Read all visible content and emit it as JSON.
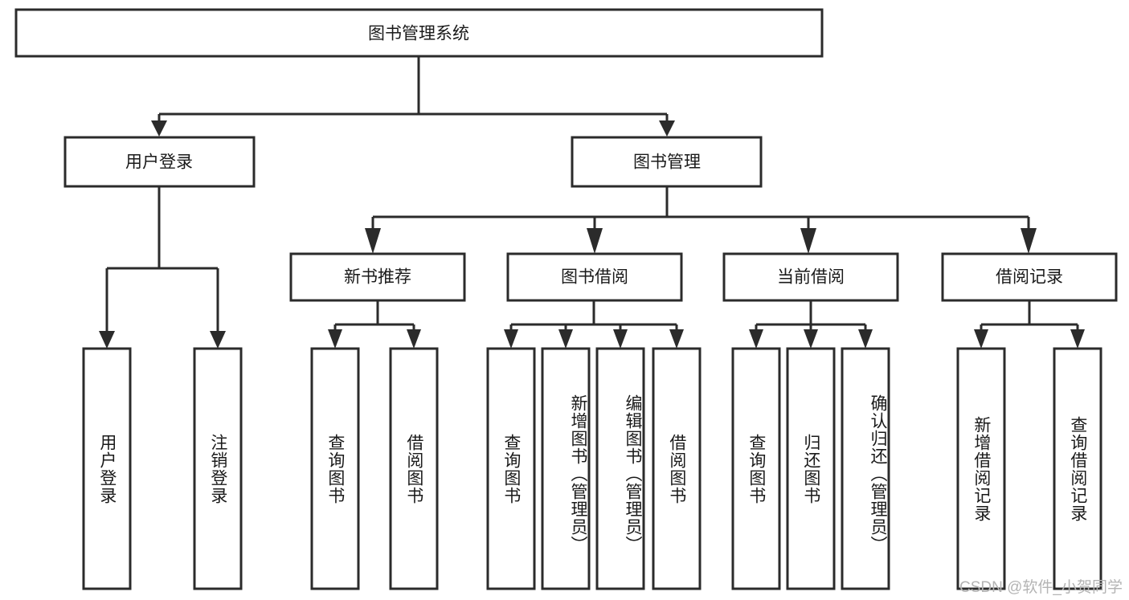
{
  "diagram": {
    "title": "图书管理系统",
    "watermark": "CSDN @软件_小贺同学",
    "colors": {
      "stroke": "#2b2b2b",
      "box_fill": "#ffffff",
      "text": "#1a1a1a",
      "background": "#ffffff",
      "watermark": "#b4b4b4"
    },
    "root": {
      "label": "图书管理系统"
    },
    "level2": [
      {
        "label": "用户登录"
      },
      {
        "label": "图书管理"
      }
    ],
    "level3": [
      {
        "label": "新书推荐"
      },
      {
        "label": "图书借阅"
      },
      {
        "label": "当前借阅"
      },
      {
        "label": "借阅记录"
      }
    ],
    "leaves": {
      "user_login": [
        {
          "label": "用户登录"
        },
        {
          "label": "注销登录"
        }
      ],
      "new_book_recommend": [
        {
          "label": "查询图书"
        },
        {
          "label": "借阅图书"
        }
      ],
      "book_borrow": [
        {
          "label": "查询图书"
        },
        {
          "label": "新增图书（管理员）"
        },
        {
          "label": "编辑图书（管理员）"
        },
        {
          "label": "借阅图书"
        }
      ],
      "current_borrow": [
        {
          "label": "查询图书"
        },
        {
          "label": "归还图书"
        },
        {
          "label": "确认归还（管理员）"
        }
      ],
      "borrow_record": [
        {
          "label": "新增借阅记录"
        },
        {
          "label": "查询借阅记录"
        }
      ]
    }
  }
}
